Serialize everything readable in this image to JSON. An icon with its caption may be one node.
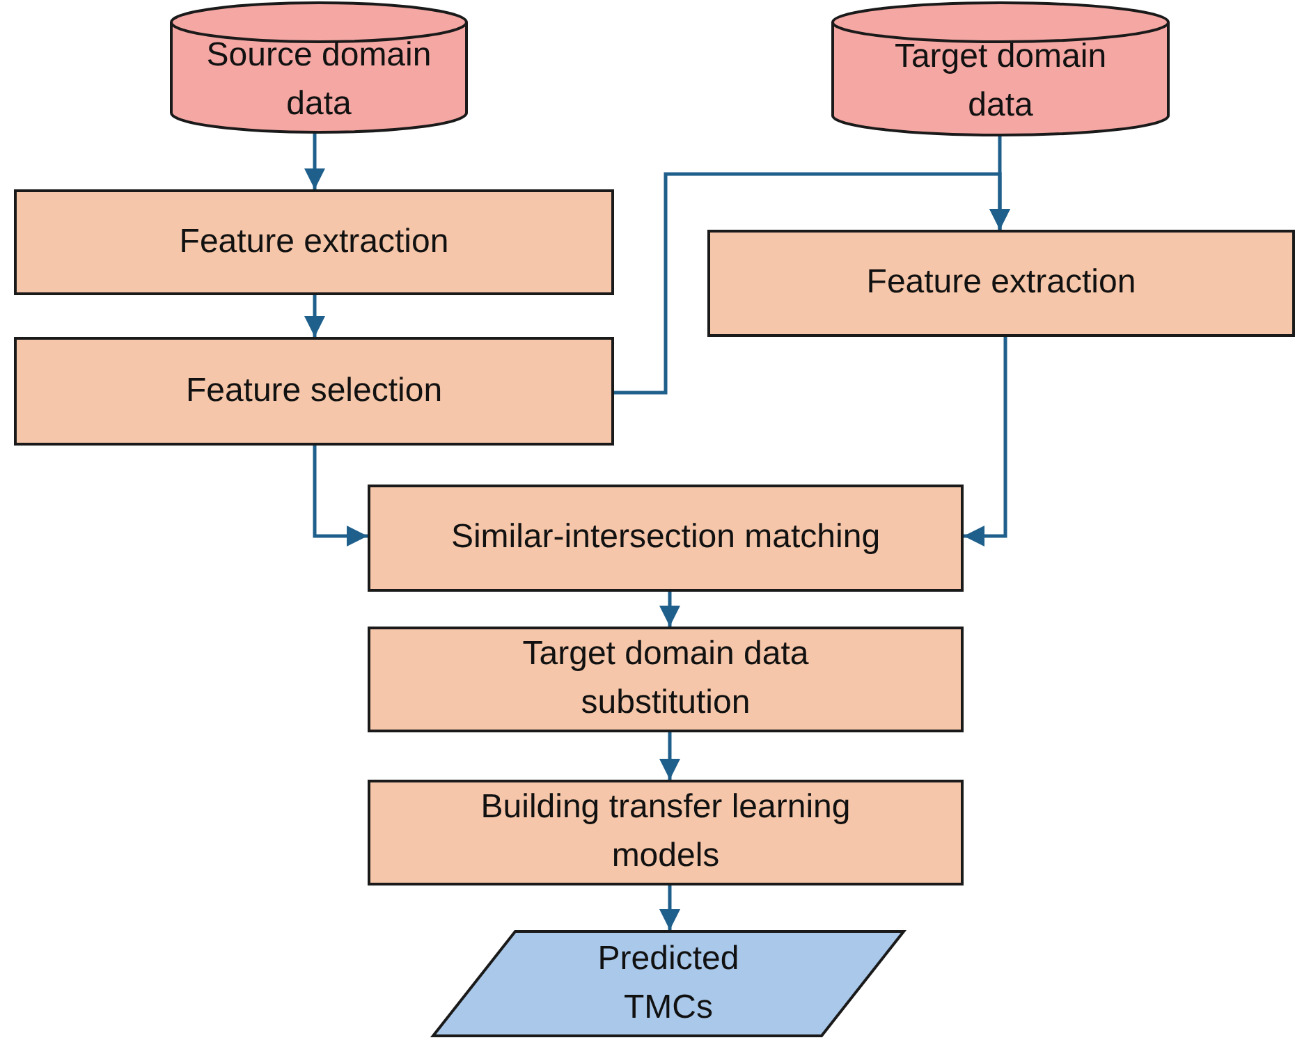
{
  "diagram": {
    "nodes": [
      {
        "text": [
          "Source domain data"
        ]
      },
      {
        "text": [
          "Target domain data"
        ]
      },
      {
        "text": [
          "Feature extraction"
        ]
      },
      {
        "text": [
          "Feature selection"
        ]
      },
      {
        "text": [
          "Feature extraction"
        ]
      },
      {
        "text": [
          "Similar-intersection matching"
        ]
      },
      {
        "text": [
          "Target domain data substitution"
        ]
      },
      {
        "text": [
          "Building transfer learning models"
        ]
      },
      {
        "text": [
          "Predicted TMCs"
        ]
      }
    ],
    "edges": [
      {
        "from": 0,
        "to": 2,
        "arrow": "to"
      },
      {
        "from": 2,
        "to": 3,
        "arrow": "to"
      },
      {
        "from": 3,
        "to": 4,
        "arrow": "to"
      },
      {
        "from": 1,
        "to": 4,
        "arrow": "to"
      },
      {
        "from": 3,
        "to": 5,
        "arrow": "to"
      },
      {
        "from": 4,
        "to": 5,
        "arrow": "to"
      },
      {
        "from": 5,
        "to": 6,
        "arrow": "to"
      },
      {
        "from": 6,
        "to": 7,
        "arrow": "to"
      },
      {
        "from": 7,
        "to": 8,
        "arrow": "to"
      }
    ]
  }
}
